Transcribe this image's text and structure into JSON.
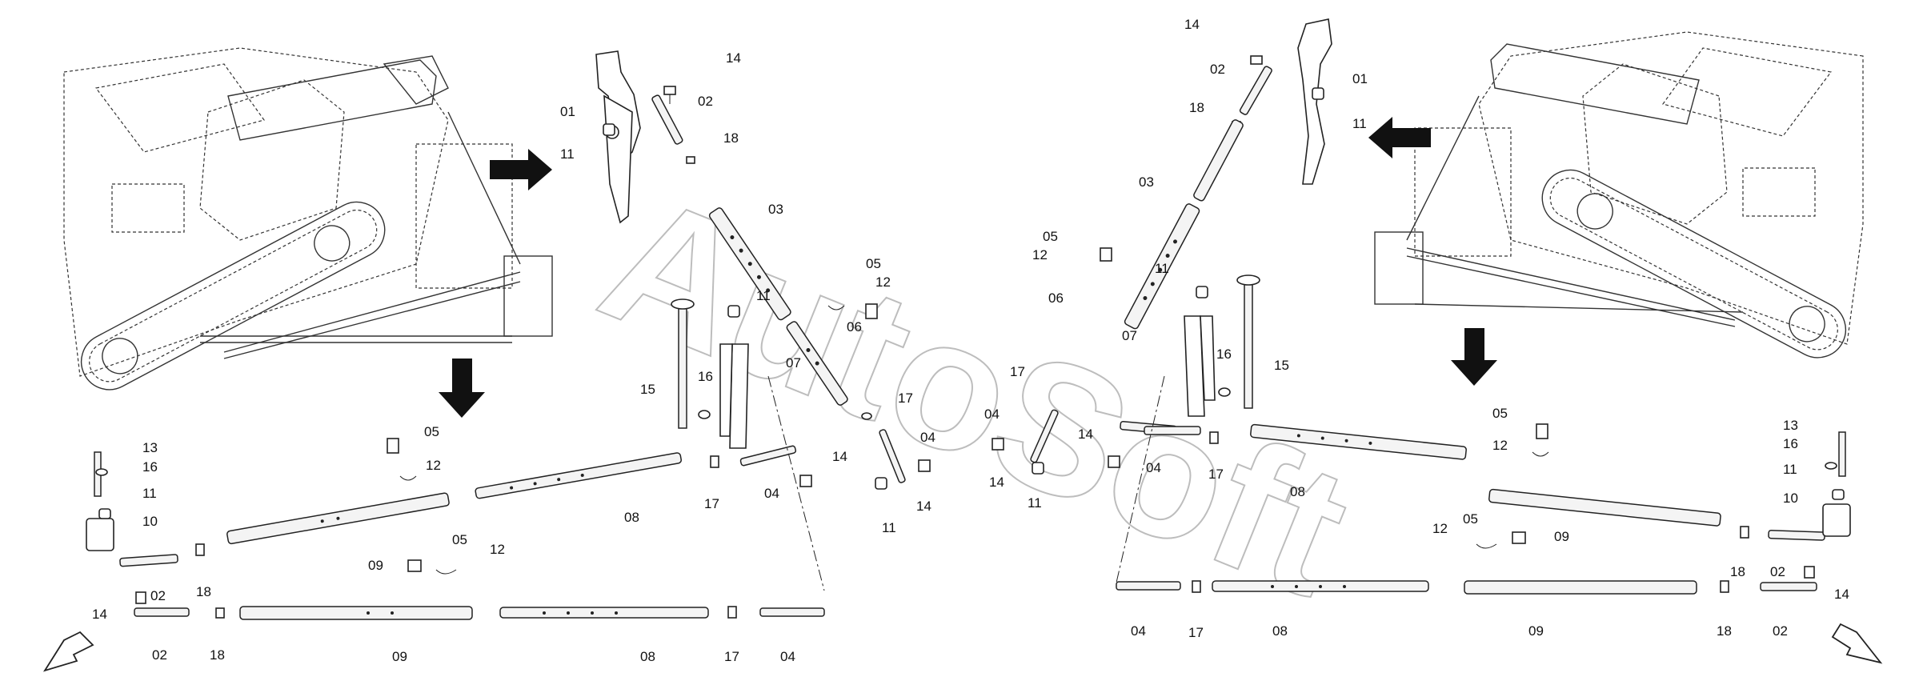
{
  "watermark": "AutoSoft",
  "callouts": {
    "c01": "01",
    "c02": "02",
    "c03": "03",
    "c04": "04",
    "c05": "05",
    "c06": "06",
    "c07": "07",
    "c08": "08",
    "c09": "09",
    "c10": "10",
    "c11": "11",
    "c12": "12",
    "c13": "13",
    "c14": "14",
    "c15": "15",
    "c16": "16",
    "c17": "17",
    "c18": "18"
  }
}
